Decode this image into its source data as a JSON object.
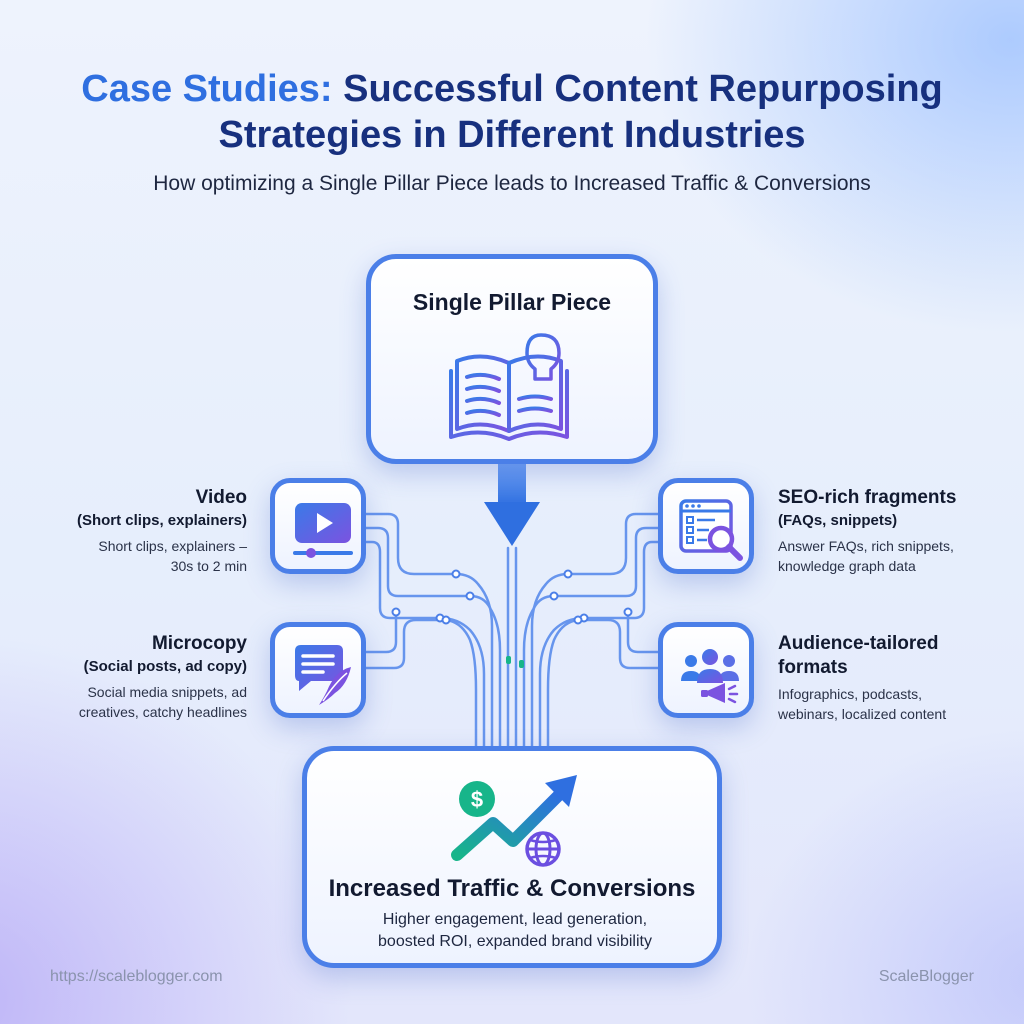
{
  "header": {
    "title_accent": "Case Studies:",
    "title_rest_line1": "Successful Content Repurposing",
    "title_line2": "Strategies in Different Industries",
    "subtitle": "How optimizing a Single Pillar Piece leads to Increased Traffic & Conversions"
  },
  "pillar": {
    "title": "Single Pillar Piece",
    "icon": "book-lightbulb-icon"
  },
  "branches": {
    "video": {
      "icon": "video-player-icon",
      "heading": "Video",
      "subheading": "(Short clips, explainers)",
      "description_line1": "Short clips, explainers –",
      "description_line2": "30s to 2 min"
    },
    "microcopy": {
      "icon": "chat-quill-icon",
      "heading": "Microcopy",
      "subheading": "(Social posts, ad copy)",
      "description_line1": "Social media snippets, ad",
      "description_line2": "creatives, catchy headlines"
    },
    "seo": {
      "icon": "browser-search-icon",
      "heading": "SEO-rich fragments",
      "subheading": "(FAQs, snippets)",
      "description_line1": "Answer FAQs, rich snippets,",
      "description_line2": "knowledge graph data"
    },
    "audience": {
      "icon": "audience-megaphone-icon",
      "heading_line1": "Audience-tailored",
      "heading_line2": "formats",
      "description_line1": "Infographics, podcasts,",
      "description_line2": "webinars, localized content"
    }
  },
  "result": {
    "icon": "growth-chart-icon",
    "title": "Increased Traffic & Conversions",
    "description_line1": "Higher engagement, lead generation,",
    "description_line2": "boosted ROI, expanded brand visibility"
  },
  "footer": {
    "url": "https://scaleblogger.com",
    "brand": "ScaleBlogger"
  },
  "colors": {
    "accent": "#4b7fe8",
    "title": "#17307e",
    "title_accent": "#2f6fe0",
    "growth": "#17b58a"
  }
}
